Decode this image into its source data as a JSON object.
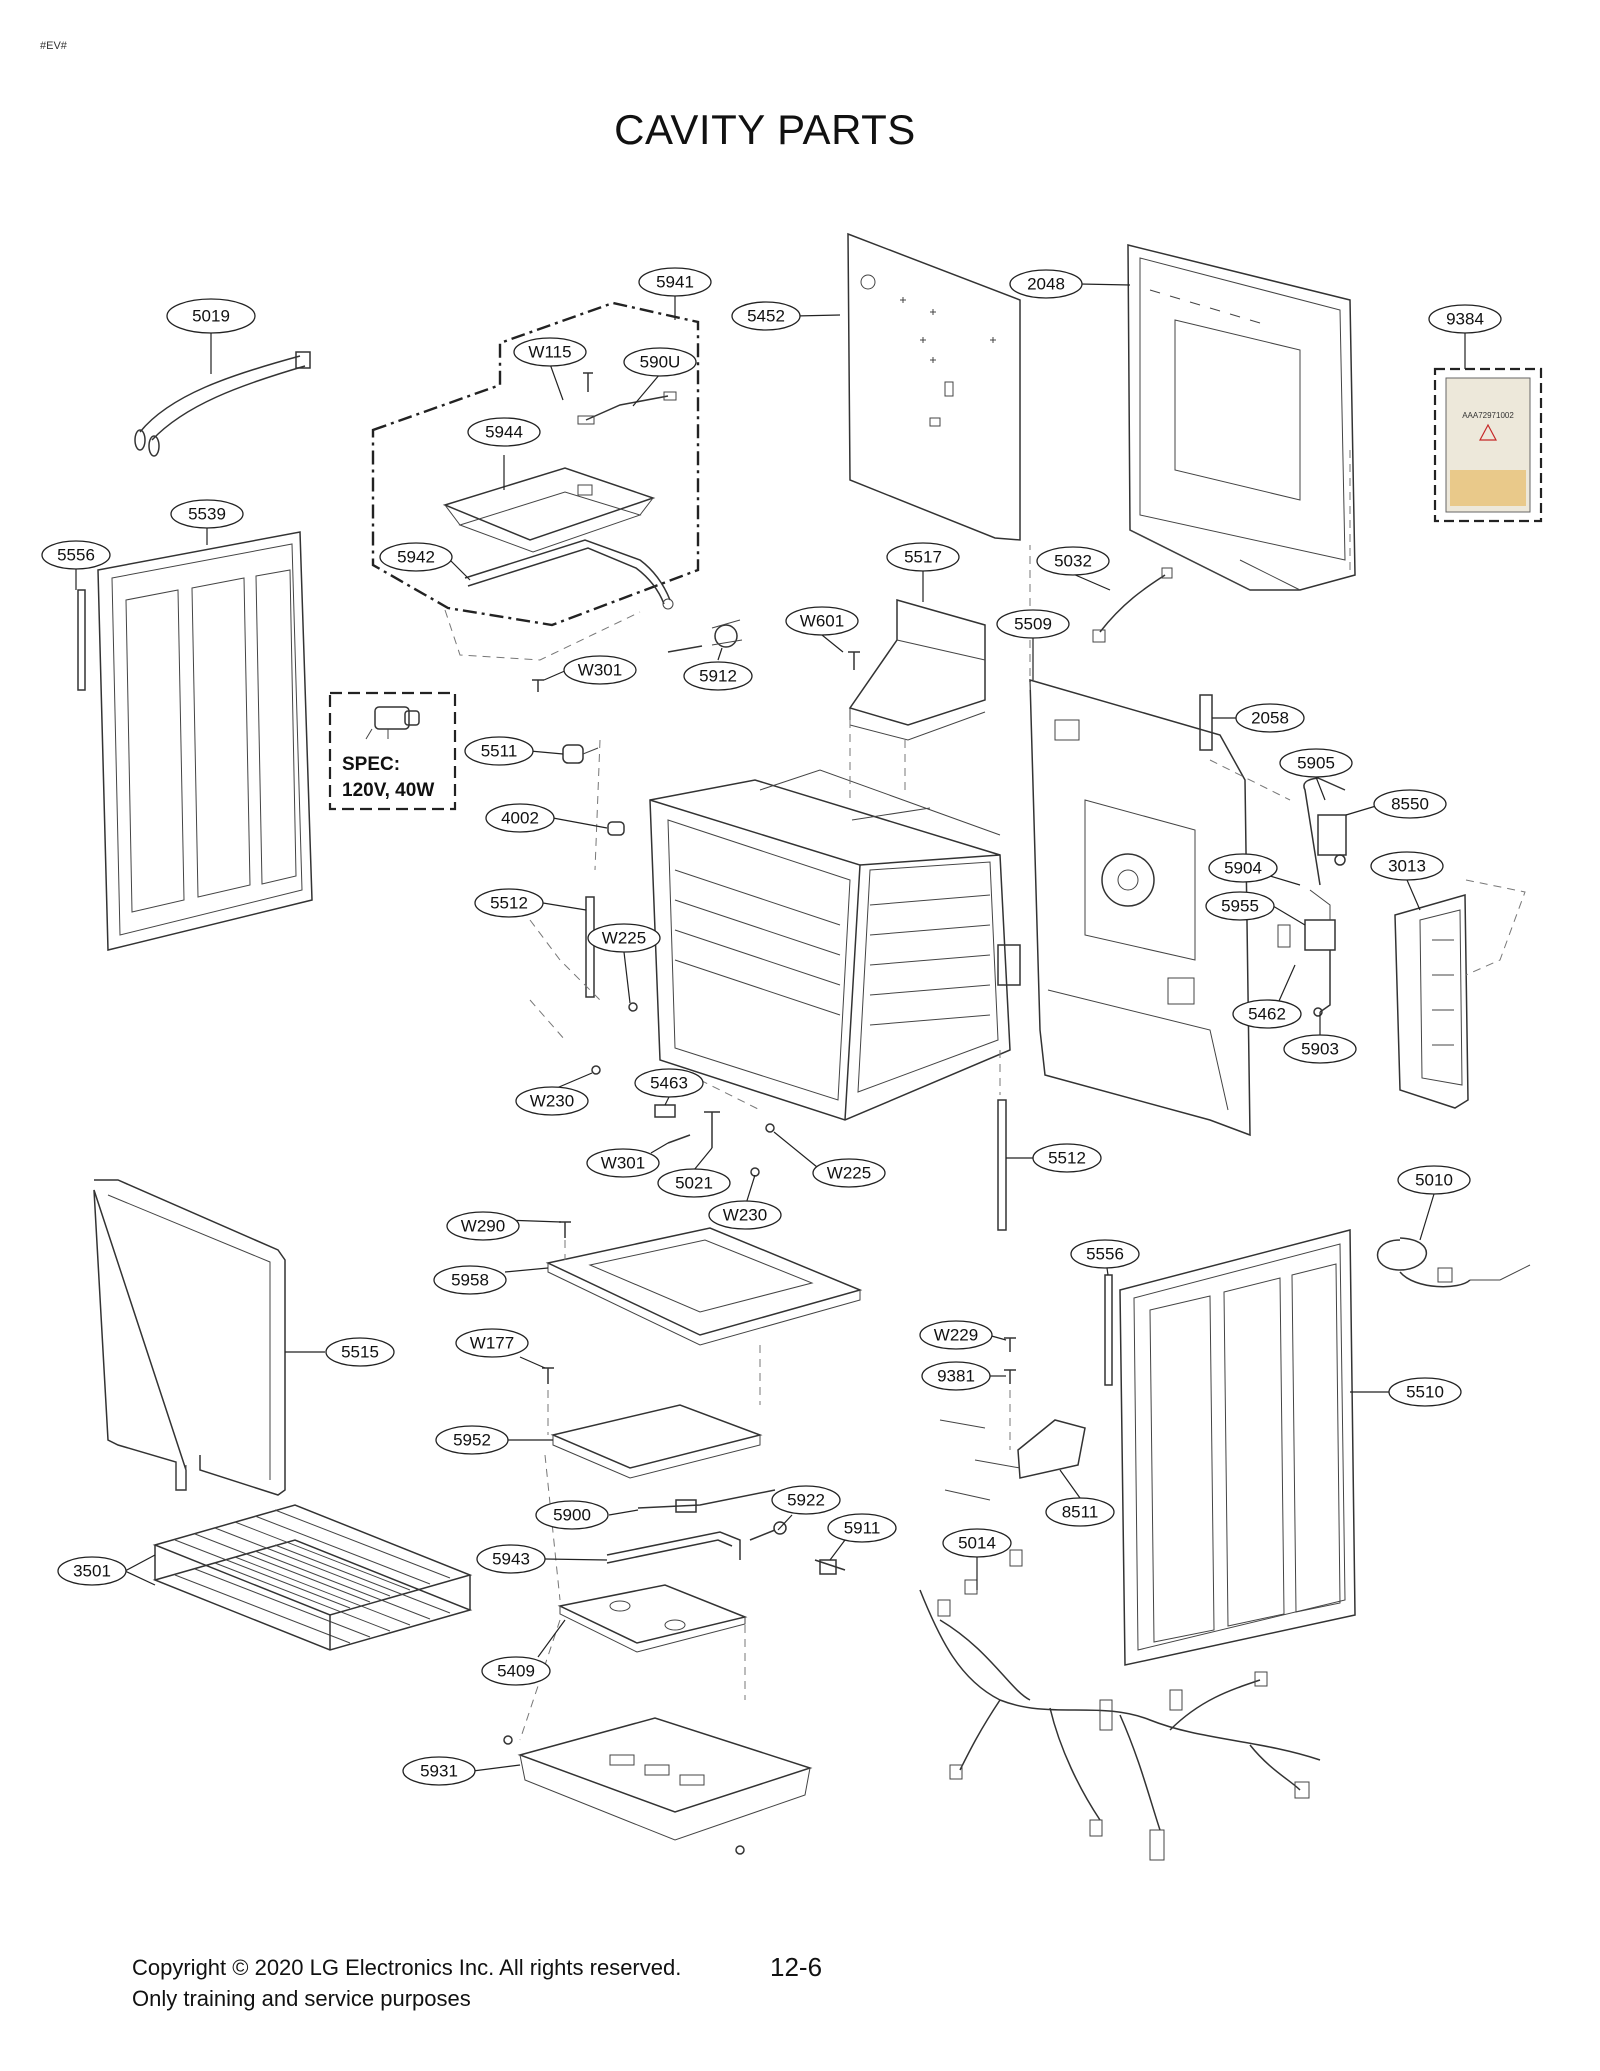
{
  "header": {
    "tag": "#EV#",
    "title": "CAVITY PARTS"
  },
  "spec_box": {
    "line1": "SPEC:",
    "line2": "120V, 40W"
  },
  "callouts": [
    "5019",
    "5941",
    "W115",
    "590U",
    "5452",
    "2048",
    "9384",
    "5944",
    "5539",
    "5556",
    "5942",
    "5517",
    "5032",
    "W601",
    "5509",
    "W301",
    "5912",
    "2058",
    "5511",
    "5905",
    "8550",
    "4002",
    "5904",
    "3013",
    "5512",
    "5955",
    "W225",
    "5462",
    "5903",
    "5463",
    "W230",
    "W301",
    "5021",
    "W225",
    "5512",
    "W230",
    "5010",
    "W290",
    "5556",
    "5958",
    "5515",
    "W177",
    "W229",
    "9381",
    "5510",
    "5952",
    "8511",
    "5922",
    "5900",
    "5911",
    "5943",
    "5014",
    "3501",
    "5409",
    "5931"
  ],
  "label_sticker": "AAA72971002",
  "footer": {
    "copyright": "Copyright © 2020 LG Electronics Inc. All rights reserved.",
    "purpose": "Only training and service purposes",
    "page_number": "12-6"
  }
}
